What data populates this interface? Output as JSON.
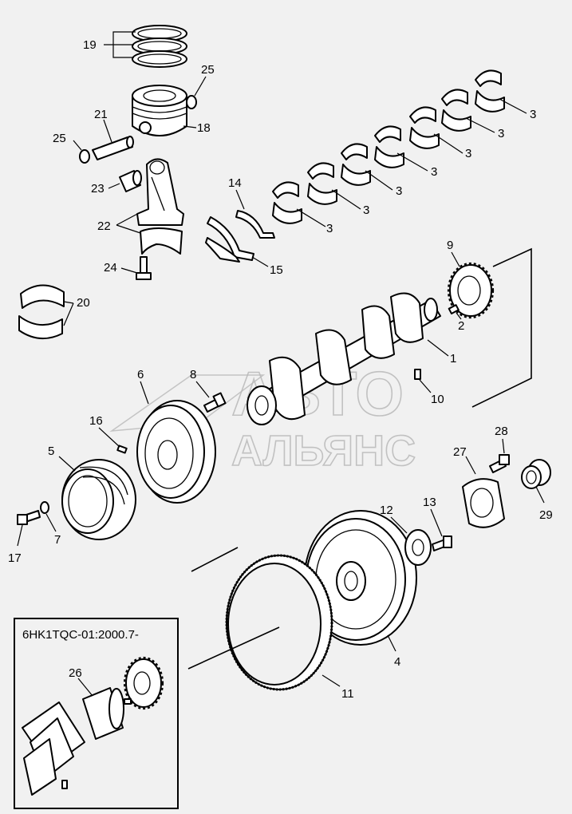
{
  "diagram": {
    "labels": {
      "l1": "1",
      "l2": "2",
      "l3a": "3",
      "l3b": "3",
      "l3c": "3",
      "l3d": "3",
      "l3e": "3",
      "l3f": "3",
      "l3g": "3",
      "l4": "4",
      "l5": "5",
      "l6": "6",
      "l7": "7",
      "l8": "8",
      "l9": "9",
      "l10": "10",
      "l11": "11",
      "l12": "12",
      "l13": "13",
      "l14": "14",
      "l15": "15",
      "l16": "16",
      "l17": "17",
      "l18": "18",
      "l19": "19",
      "l20": "20",
      "l21": "21",
      "l22": "22",
      "l23": "23",
      "l24": "24",
      "l25a": "25",
      "l25b": "25",
      "l26": "26",
      "l27": "27",
      "l28": "28",
      "l29": "29"
    },
    "inset": {
      "title": "6HK1TQC-01:2000.7-"
    },
    "watermark": {
      "line1": "АВТО",
      "line2": "АЛЬЯНС"
    }
  }
}
